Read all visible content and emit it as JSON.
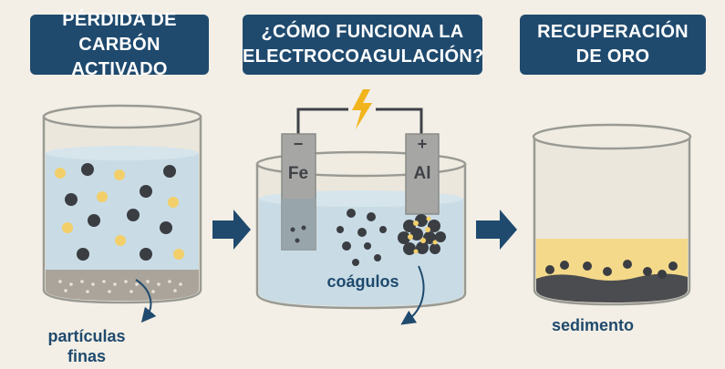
{
  "panels": [
    {
      "title_lines": [
        "PÉRDIDA DE",
        "CARBÓN ACTIVADO"
      ],
      "caption_lines": [
        "partículas",
        "finas"
      ]
    },
    {
      "title_lines": [
        "¿CÓMO FUNCIONA LA",
        "ELECTROCOAGULACIÓN?"
      ],
      "caption_lines": [
        "coágulos"
      ]
    },
    {
      "title_lines": [
        "RECUPERACIÓN",
        "DE ORO"
      ],
      "caption_lines": [
        "sedimento"
      ]
    }
  ],
  "electrodes": {
    "left": {
      "sign": "−",
      "metal": "Fe"
    },
    "right": {
      "sign": "+",
      "metal": "Al"
    }
  },
  "icons": [
    "lightning-icon",
    "arrow-right-icon"
  ],
  "colors": {
    "title_bg": "#1f4a6e",
    "text": "#1f4a6e",
    "water": "#c9dce5",
    "carbon_particle": "#3a3d42",
    "gold_particle": "#f2cf6a",
    "gold_layer": "#f4d98a",
    "lightning": "#f2b41c",
    "background": "#f3efe6"
  }
}
